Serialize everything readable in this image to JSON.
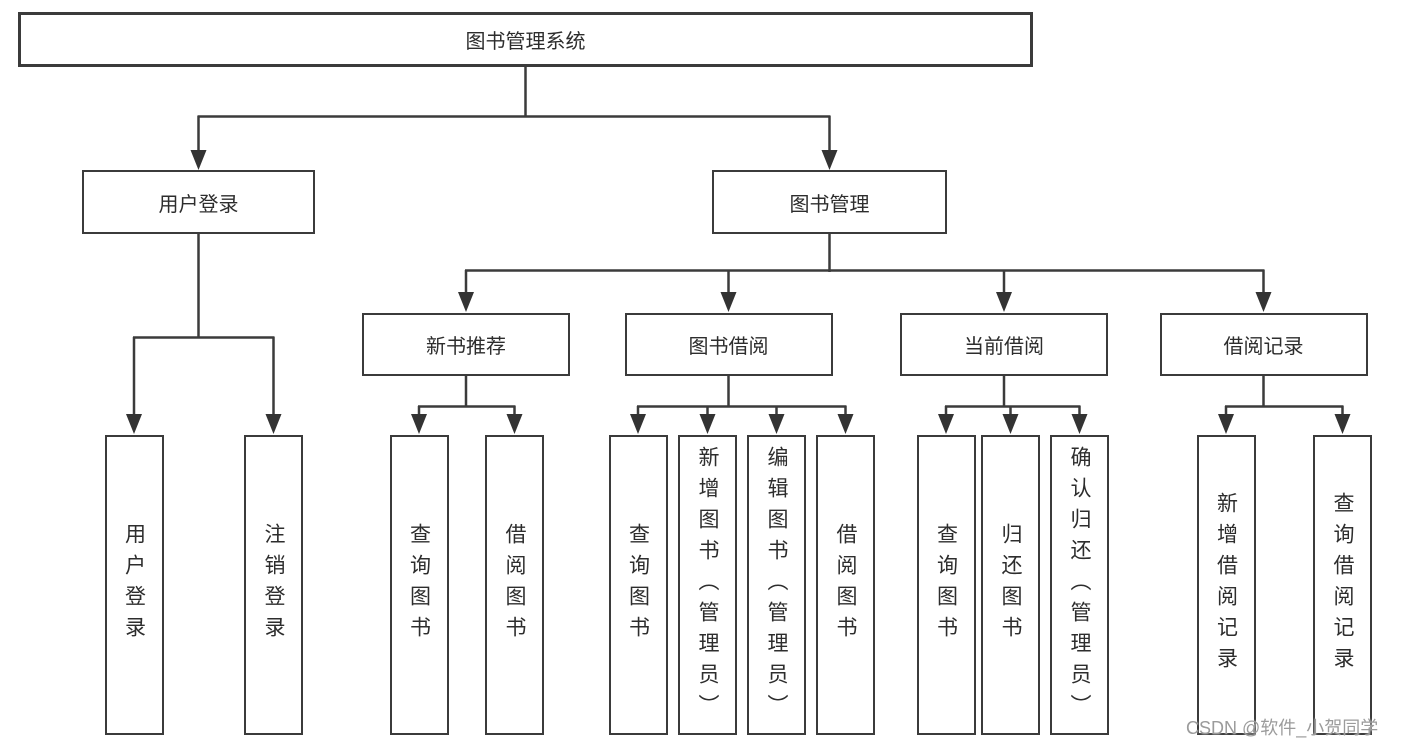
{
  "page": {
    "background_color": "#ffffff",
    "line_color": "#3b3b3b",
    "text_color": "#2d2d2d"
  },
  "diagram": {
    "root": "图书管理系统",
    "branches": [
      {
        "label": "用户登录",
        "leaves": [
          "用户登录",
          "注销登录"
        ]
      },
      {
        "label": "图书管理",
        "groups": [
          {
            "label": "新书推荐",
            "leaves": [
              "查询图书",
              "借阅图书"
            ]
          },
          {
            "label": "图书借阅",
            "leaves": [
              "查询图书",
              "新增图书（管理员）",
              "编辑图书（管理员）",
              "借阅图书"
            ]
          },
          {
            "label": "当前借阅",
            "leaves": [
              "查询图书",
              "归还图书",
              "确认归还（管理员）"
            ]
          },
          {
            "label": "借阅记录",
            "leaves": [
              "新增借阅记录",
              "查询借阅记录"
            ]
          }
        ]
      }
    ]
  },
  "watermark": {
    "text": "CSDN @软件_小贺同学",
    "color": "#9b9b9b"
  }
}
